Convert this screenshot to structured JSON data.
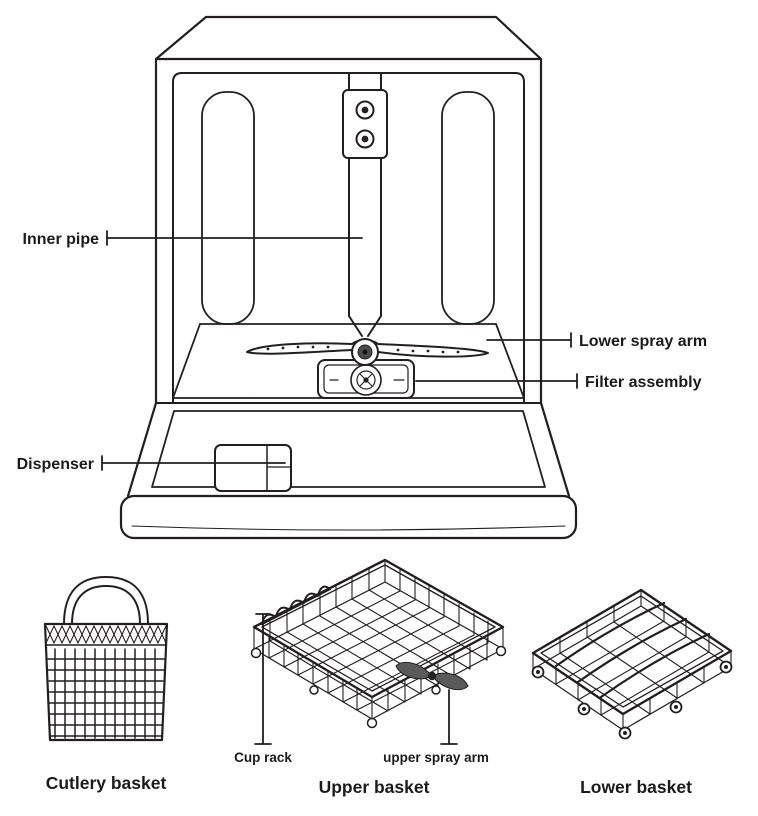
{
  "diagram": {
    "colors": {
      "line": "#231f20",
      "background": "#ffffff"
    },
    "main_labels": {
      "inner_pipe": "Inner pipe",
      "lower_spray_arm": "Lower spray arm",
      "filter_assembly": "Filter assembly",
      "dispenser": "Dispenser"
    },
    "component_labels": {
      "cup_rack": "Cup rack",
      "upper_spray_arm": "upper spray arm"
    },
    "captions": {
      "cutlery_basket": "Cutlery basket",
      "upper_basket": "Upper basket",
      "lower_basket": "Lower basket"
    }
  }
}
